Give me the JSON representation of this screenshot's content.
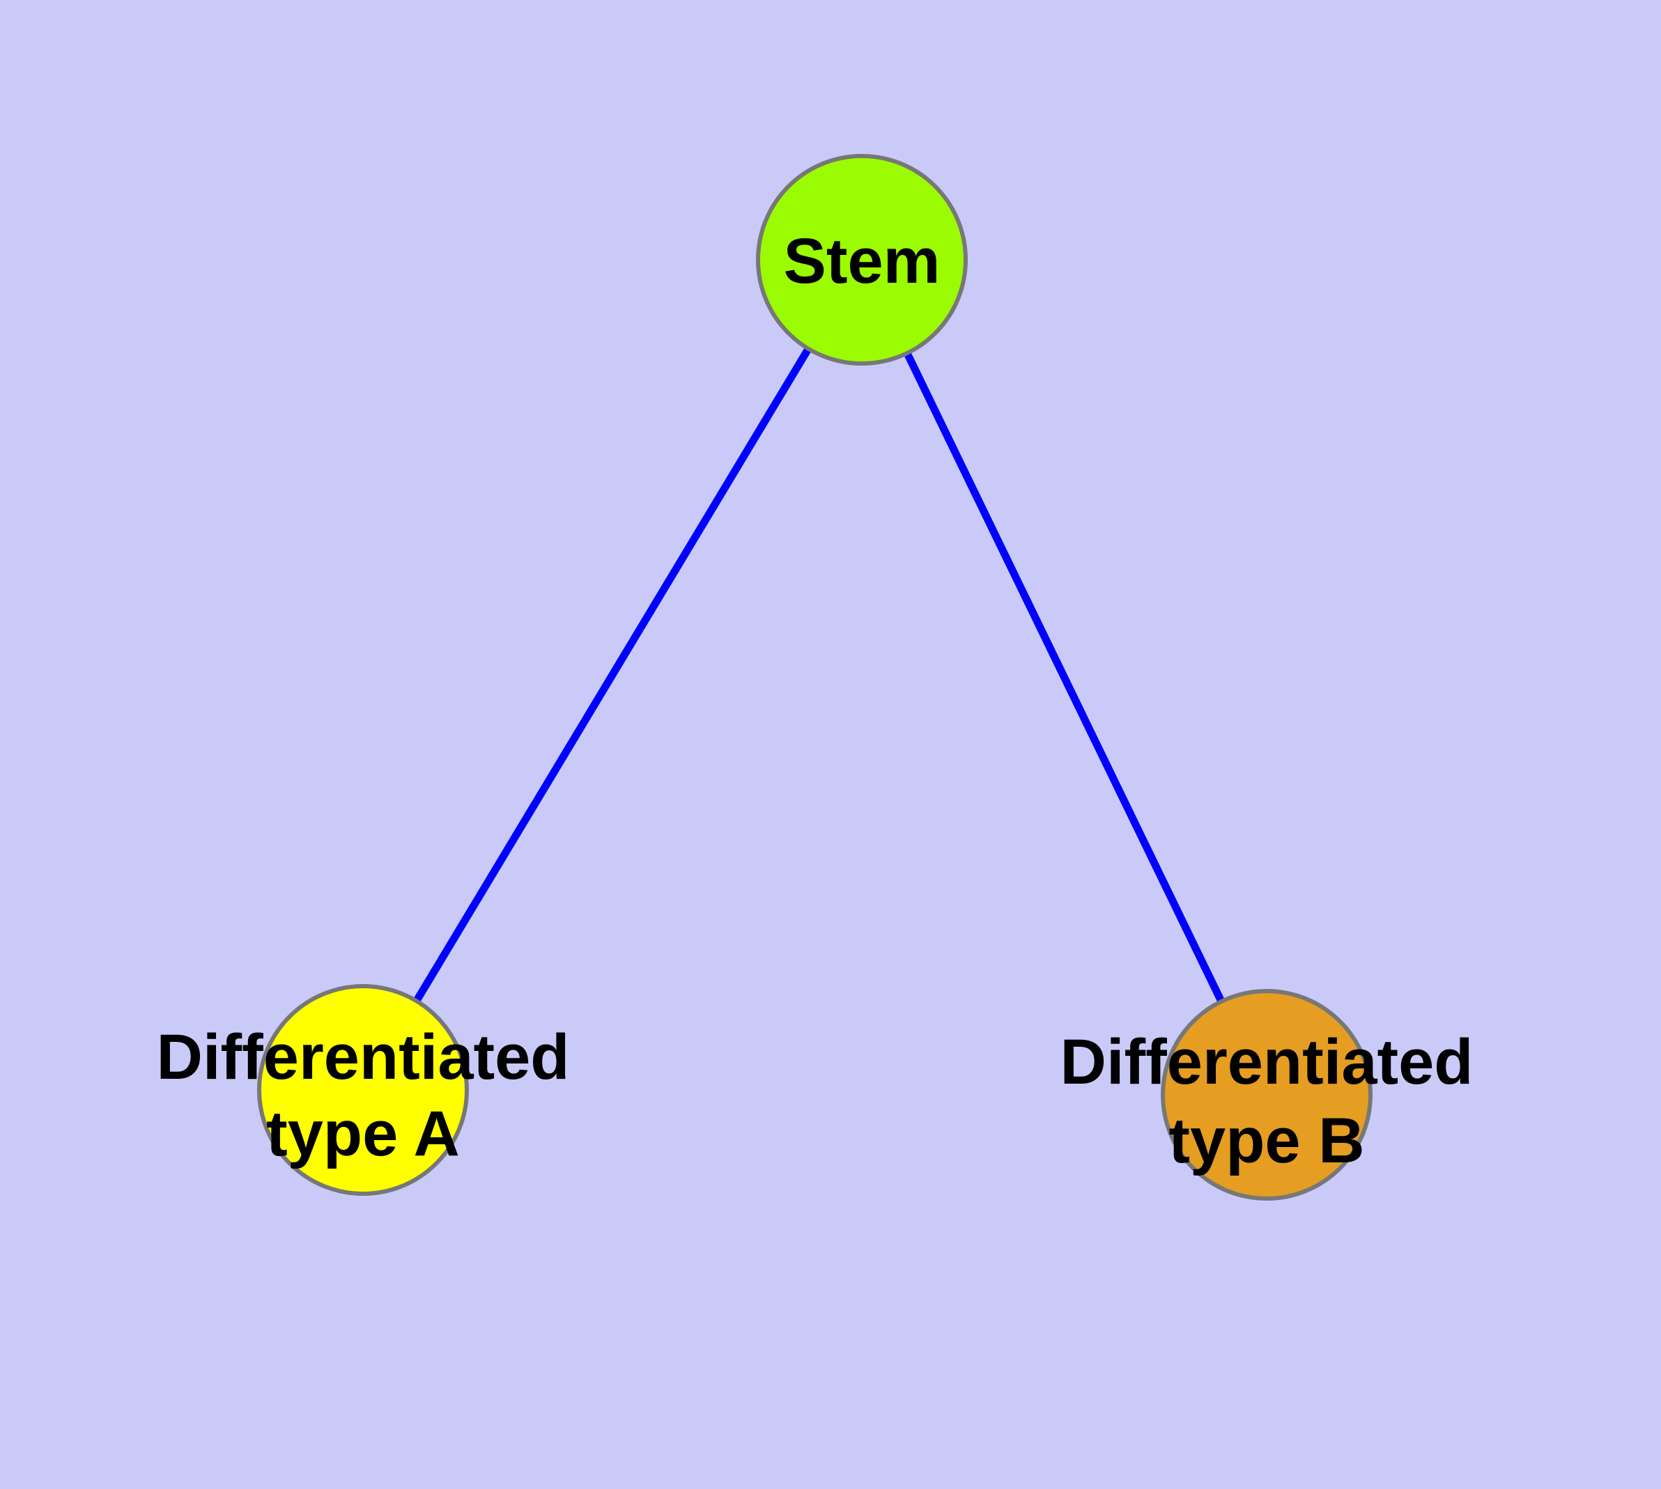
{
  "diagram": {
    "type": "graph",
    "description": "Cell differentiation tree: one stem node with two differentiated child nodes",
    "background_color": "#CACAF9",
    "edge_color": "#0000FF",
    "node_border_color": "#777777",
    "label_color": "#000000",
    "nodes": {
      "stem": {
        "label": "Stem",
        "color": "#9BFB00"
      },
      "type_a": {
        "line1": "Differentiated",
        "line2": "type A",
        "color": "#FFFF00"
      },
      "type_b": {
        "line1": "Differentiated",
        "line2": "type B",
        "color": "#E59D22"
      }
    },
    "edges": [
      {
        "from": "Stem",
        "to": "Differentiated type A"
      },
      {
        "from": "Stem",
        "to": "Differentiated type B"
      }
    ]
  }
}
